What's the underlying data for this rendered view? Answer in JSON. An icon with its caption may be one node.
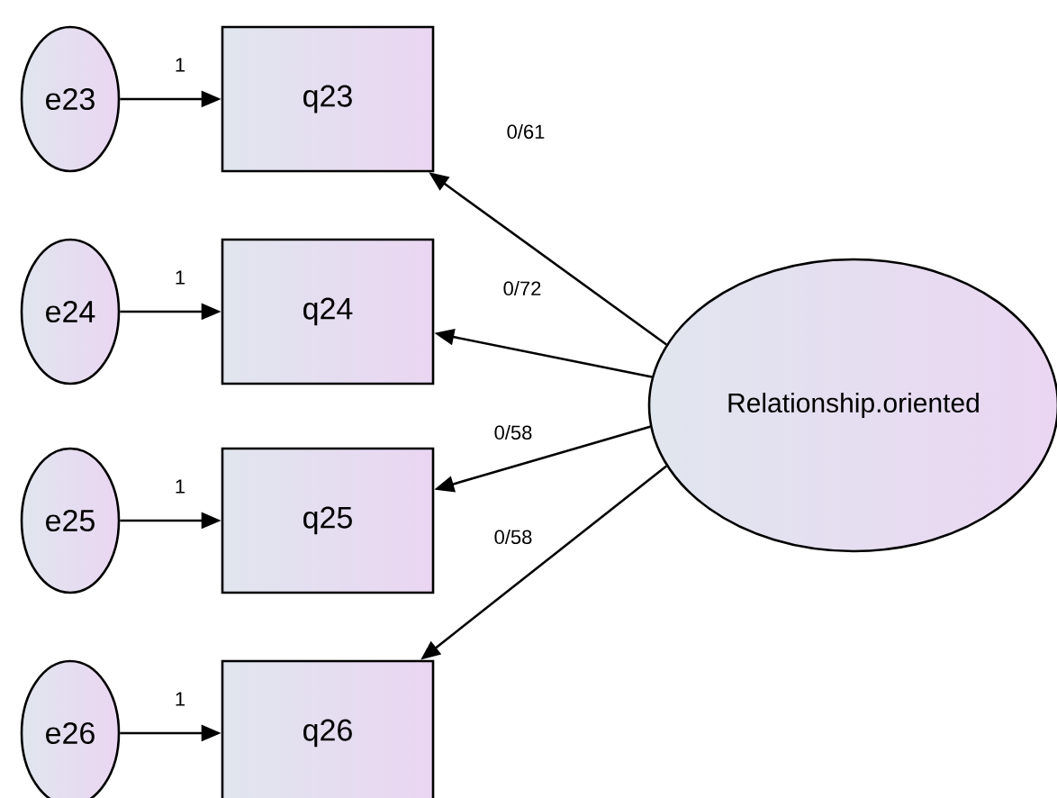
{
  "diagram": {
    "nodes": [
      {
        "text": [
          "e23"
        ]
      },
      {
        "text": [
          "q23"
        ]
      },
      {
        "text": [
          "e24"
        ]
      },
      {
        "text": [
          "q24"
        ]
      },
      {
        "text": [
          "e25"
        ]
      },
      {
        "text": [
          "q25"
        ]
      },
      {
        "text": [
          "e26"
        ]
      },
      {
        "text": [
          "q26"
        ]
      },
      {
        "text": [
          "Relationship.oriented"
        ]
      }
    ],
    "edges": [
      {
        "from": 0,
        "to": 1,
        "arrow": "to",
        "label": "1"
      },
      {
        "from": 2,
        "to": 3,
        "arrow": "to",
        "label": "1"
      },
      {
        "from": 4,
        "to": 5,
        "arrow": "to",
        "label": "1"
      },
      {
        "from": 6,
        "to": 7,
        "arrow": "to",
        "label": "1"
      },
      {
        "from": 8,
        "to": 1,
        "arrow": "to",
        "label": "0/61"
      },
      {
        "from": 8,
        "to": 3,
        "arrow": "to",
        "label": "0/72"
      },
      {
        "from": 8,
        "to": 5,
        "arrow": "to",
        "label": "0/58"
      },
      {
        "from": 8,
        "to": 7,
        "arrow": "to",
        "label": "0/58"
      }
    ]
  }
}
